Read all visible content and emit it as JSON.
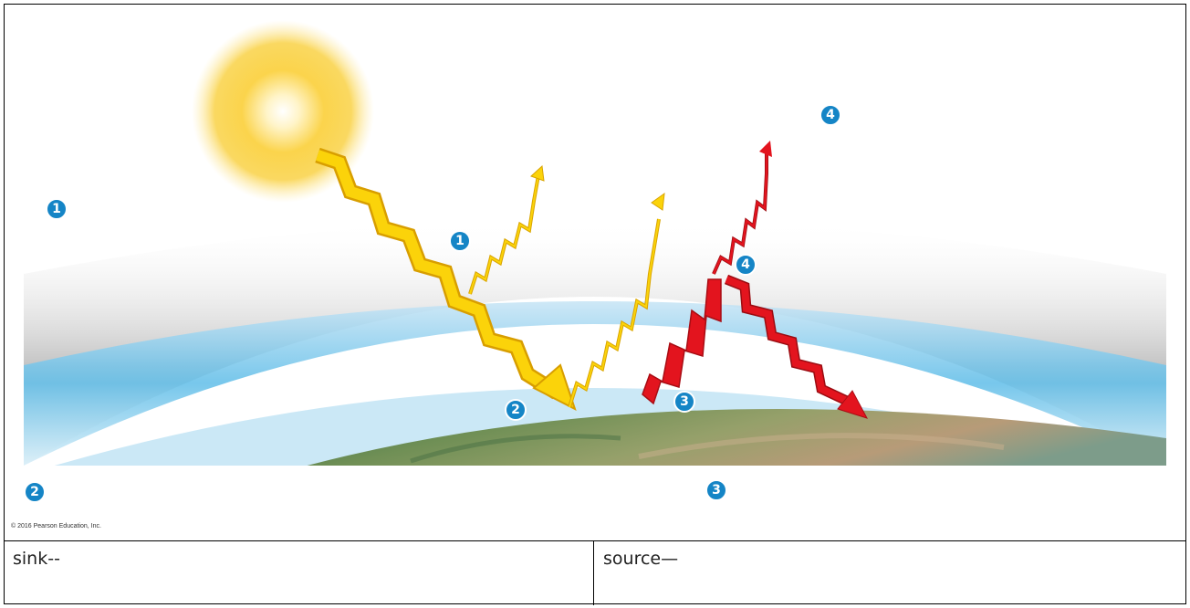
{
  "figure": {
    "copyright": "© 2016 Pearson Education, Inc.",
    "badges": {
      "one": "1",
      "two": "2",
      "three": "3",
      "four": "4"
    }
  },
  "table": {
    "sink_label": "sink--",
    "source_label": "source—"
  },
  "colors": {
    "badge": "#1585c6",
    "sunlight": "#f5c200",
    "infrared": "#e3141e"
  }
}
